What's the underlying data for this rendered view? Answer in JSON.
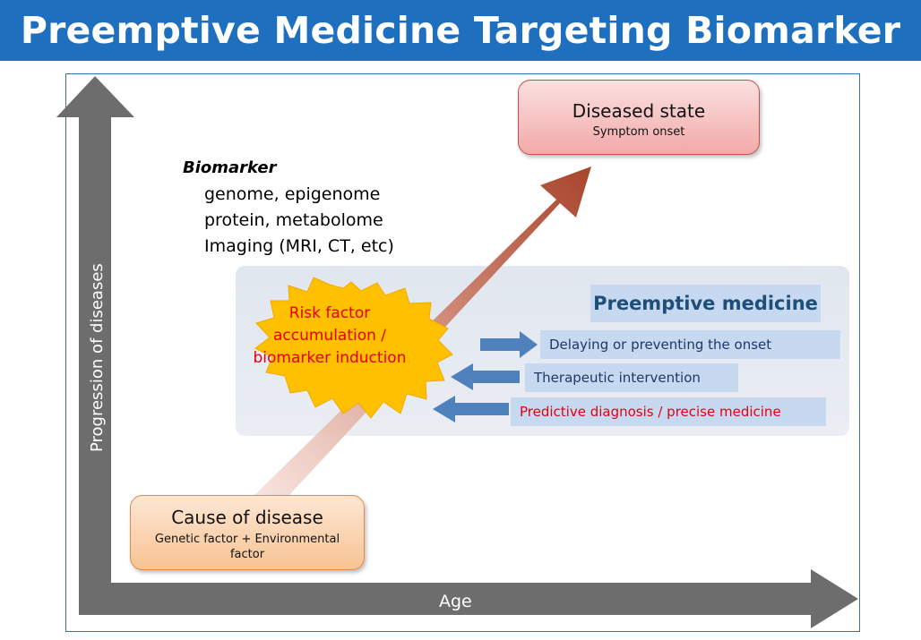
{
  "header": {
    "title": "Preemptive Medicine Targeting Biomarker"
  },
  "axes": {
    "y_label": "Progression of diseases",
    "x_label": "Age"
  },
  "diseased_state": {
    "title": "Diseased state",
    "subtitle": "Symptom onset"
  },
  "cause_of_disease": {
    "title": "Cause of disease",
    "subtitle": "Genetic factor + Environmental factor"
  },
  "biomarker": {
    "title": "Biomarker",
    "lines": [
      "genome, epigenome",
      "protein, metabolome",
      "Imaging (MRI, CT, etc)"
    ]
  },
  "risk_factor": {
    "text": "Risk factor accumulation / biomarker induction"
  },
  "preemptive": {
    "title": "Preemptive medicine",
    "items": [
      {
        "label": "Delaying or preventing the onset",
        "color": "#1f3864"
      },
      {
        "label": "Therapeutic intervention",
        "color": "#1f3864"
      },
      {
        "label": "Predictive diagnosis / precise medicine",
        "color": "#e3000f"
      }
    ]
  },
  "colors": {
    "title_bar": "#1f6fbf",
    "axis_arrow": "#6d6d6d",
    "risk_text": "#e3000f",
    "starburst_fill": "#ffc000",
    "small_arrow": "#4f81bd"
  }
}
